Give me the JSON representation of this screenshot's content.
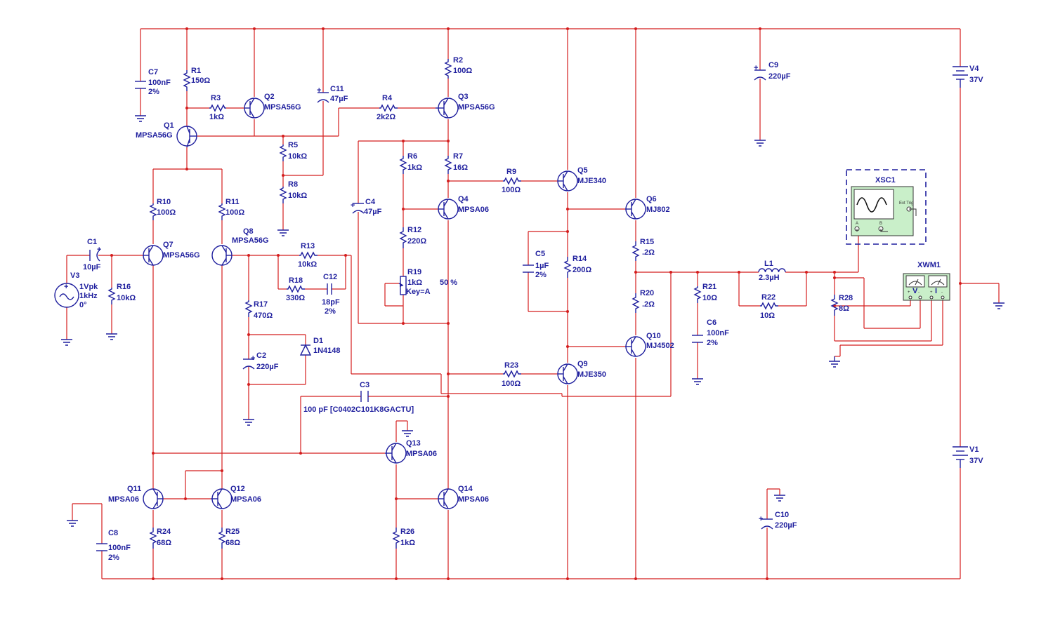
{
  "components": [
    {
      "id": "R1",
      "value": "150Ω"
    },
    {
      "id": "R2",
      "value": "100Ω"
    },
    {
      "id": "R3",
      "value": "1kΩ"
    },
    {
      "id": "R4",
      "value": "2k2Ω"
    },
    {
      "id": "R5",
      "value": "10kΩ"
    },
    {
      "id": "R6",
      "value": "1kΩ"
    },
    {
      "id": "R7",
      "value": "16Ω"
    },
    {
      "id": "R8",
      "value": "10kΩ"
    },
    {
      "id": "R9",
      "value": "100Ω"
    },
    {
      "id": "R10",
      "value": "100Ω"
    },
    {
      "id": "R11",
      "value": "100Ω"
    },
    {
      "id": "R12",
      "value": "220Ω"
    },
    {
      "id": "R13",
      "value": "10kΩ"
    },
    {
      "id": "R14",
      "value": "200Ω"
    },
    {
      "id": "R15",
      "value": ".2Ω"
    },
    {
      "id": "R16",
      "value": "10kΩ"
    },
    {
      "id": "R17",
      "value": "470Ω"
    },
    {
      "id": "R18",
      "value": "330Ω"
    },
    {
      "id": "R19",
      "value": "1kΩ",
      "extra": "Key=A",
      "setting": "50 %"
    },
    {
      "id": "R20",
      "value": ".2Ω"
    },
    {
      "id": "R21",
      "value": "10Ω"
    },
    {
      "id": "R22",
      "value": "10Ω"
    },
    {
      "id": "R23",
      "value": "100Ω"
    },
    {
      "id": "R24",
      "value": "68Ω"
    },
    {
      "id": "R25",
      "value": "68Ω"
    },
    {
      "id": "R26",
      "value": "1kΩ"
    },
    {
      "id": "R28",
      "value": "8Ω"
    },
    {
      "id": "C1",
      "value": "10µF"
    },
    {
      "id": "C2",
      "value": "220µF"
    },
    {
      "id": "C3",
      "value": "100 pF  [C0402C101K8GACTU]"
    },
    {
      "id": "C4",
      "value": "47µF"
    },
    {
      "id": "C5",
      "value": "1µF",
      "tol": "2%"
    },
    {
      "id": "C6",
      "value": "100nF",
      "tol": "2%"
    },
    {
      "id": "C7",
      "value": "100nF",
      "tol": "2%"
    },
    {
      "id": "C8",
      "value": "100nF",
      "tol": "2%"
    },
    {
      "id": "C9",
      "value": "220µF"
    },
    {
      "id": "C10",
      "value": "220µF"
    },
    {
      "id": "C11",
      "value": "47µF"
    },
    {
      "id": "C12",
      "value": "18pF",
      "tol": "2%"
    },
    {
      "id": "Q1",
      "value": "MPSA56G"
    },
    {
      "id": "Q2",
      "value": "MPSA56G"
    },
    {
      "id": "Q3",
      "value": "MPSA56G"
    },
    {
      "id": "Q4",
      "value": "MPSA06"
    },
    {
      "id": "Q5",
      "value": "MJE340"
    },
    {
      "id": "Q6",
      "value": "MJ802"
    },
    {
      "id": "Q7",
      "value": "MPSA56G"
    },
    {
      "id": "Q8",
      "value": "MPSA56G"
    },
    {
      "id": "Q9",
      "value": "MJE350"
    },
    {
      "id": "Q10",
      "value": "MJ4502"
    },
    {
      "id": "Q11",
      "value": "MPSA06"
    },
    {
      "id": "Q12",
      "value": "MPSA06"
    },
    {
      "id": "Q13",
      "value": "MPSA06"
    },
    {
      "id": "Q14",
      "value": "MPSA06"
    },
    {
      "id": "D1",
      "value": "1N4148"
    },
    {
      "id": "L1",
      "value": "2.3µH"
    },
    {
      "id": "V1",
      "value": "37V"
    },
    {
      "id": "V4",
      "value": "37V"
    },
    {
      "id": "V3",
      "line1": "1Vpk",
      "line2": "1kHz",
      "line3": "0°"
    },
    {
      "id": "XSC1"
    },
    {
      "id": "XWM1"
    }
  ],
  "instrument_text": {
    "osc_ext_trig": "Ext Trig",
    "osc_a": "A",
    "osc_b": "B",
    "wm_v": "V",
    "wm_i": "I",
    "plus": "+",
    "minus": "-"
  },
  "colors": {
    "wire": "#d41e1e",
    "component": "#1f1f9e",
    "instrument_screen": "#c9efc9"
  }
}
